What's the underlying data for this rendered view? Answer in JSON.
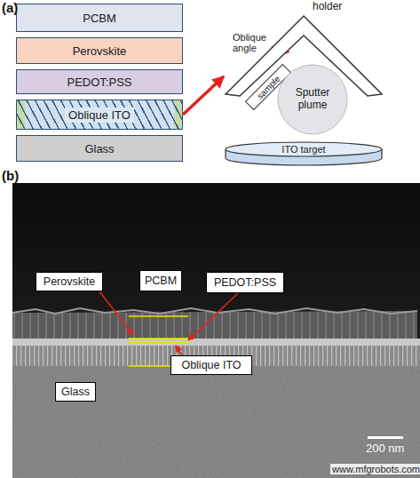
{
  "diagram": {
    "nodes": [
      {
        "text": [
          "PCBM"
        ]
      },
      {
        "text": [
          "Perovskite"
        ]
      },
      {
        "text": [
          "PEDOT:PSS"
        ]
      },
      {
        "text": [
          "Oblique ITO"
        ]
      },
      {
        "text": [
          "Glass"
        ]
      },
      {
        "text": [
          "holder"
        ]
      },
      {
        "text": [
          "sample"
        ]
      },
      {
        "text": [
          "Sputter plume"
        ]
      },
      {
        "text": [
          "ITO target"
        ]
      },
      {
        "text": [
          "Perovskite"
        ]
      },
      {
        "text": [
          "PCBM"
        ]
      },
      {
        "text": [
          "PEDOT:PSS"
        ]
      },
      {
        "text": [
          "Oblique ITO"
        ]
      },
      {
        "text": [
          "Glass"
        ]
      }
    ],
    "edges": [
      {
        "from": 3,
        "to": 5,
        "arrow": "to"
      }
    ],
    "labels": [
      "(a)",
      "Oblique angle",
      "(b)",
      "200 nm",
      "www.mfgrobots.com"
    ]
  }
}
